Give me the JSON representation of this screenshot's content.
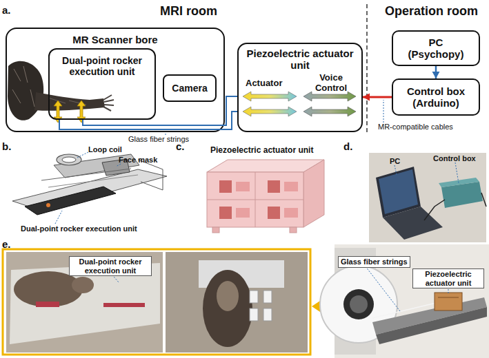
{
  "diagram": {
    "nodes": [
      {
        "text": [
          "MR Scanner bore"
        ]
      },
      {
        "text": [
          "Dual-point rocker execution unit"
        ],
        "in": 0
      },
      {
        "text": [
          "Camera"
        ],
        "in": 0
      },
      {
        "text": [
          "Piezoelectric actuator unit",
          "Actuator",
          "Voice Control"
        ]
      },
      {
        "text": [
          "PC (Psychopy)"
        ]
      },
      {
        "text": [
          "Control box (Arduino)"
        ]
      }
    ],
    "edges": [
      {
        "from": 4,
        "to": 5,
        "arrow": "to"
      },
      {
        "from": 5,
        "to": 3,
        "arrow": "to",
        "label": "MR-compatible cables"
      },
      {
        "from": 1,
        "to": 3,
        "arrow": "none",
        "label": "Glass fiber strings"
      },
      {
        "from": 1,
        "to": 3,
        "arrow": "none"
      }
    ],
    "labels": [
      "a.",
      "MRI room",
      "Operation room",
      "b.",
      "Loop coil",
      "Face mask",
      "Dual-point rocker execution unit",
      "c.",
      "Piezoelectric actuator unit",
      "d.",
      "PC",
      "Control box",
      "e.",
      "Dual-point rocker execution unit",
      "Glass fiber strings",
      "Piezoelectric actuator unit"
    ]
  }
}
